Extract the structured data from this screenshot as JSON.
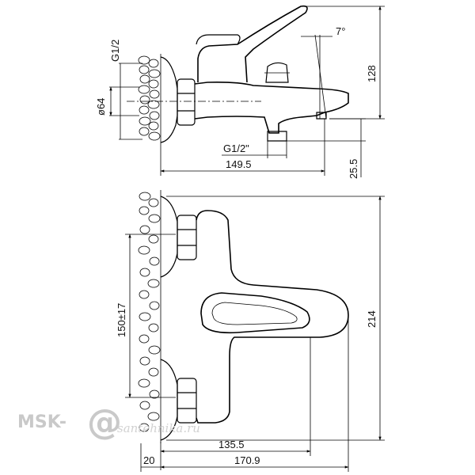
{
  "drawing": {
    "side_view": {
      "thread_label": "G1/2",
      "diameter_label": "ø64",
      "outlet_thread_label": "G1/2\"",
      "depth_label": "149.5",
      "height_label": "128",
      "outlet_height_label": "25.5",
      "angle_label": "7°"
    },
    "front_view": {
      "center_distance_label": "150±17",
      "height_label": "214",
      "spout_length_label": "135.5",
      "overall_length_label": "170.9",
      "wall_offset_label": "20"
    }
  },
  "watermark": {
    "brand": "MSK-",
    "symbol": "@",
    "site": "santehnika.ru"
  }
}
